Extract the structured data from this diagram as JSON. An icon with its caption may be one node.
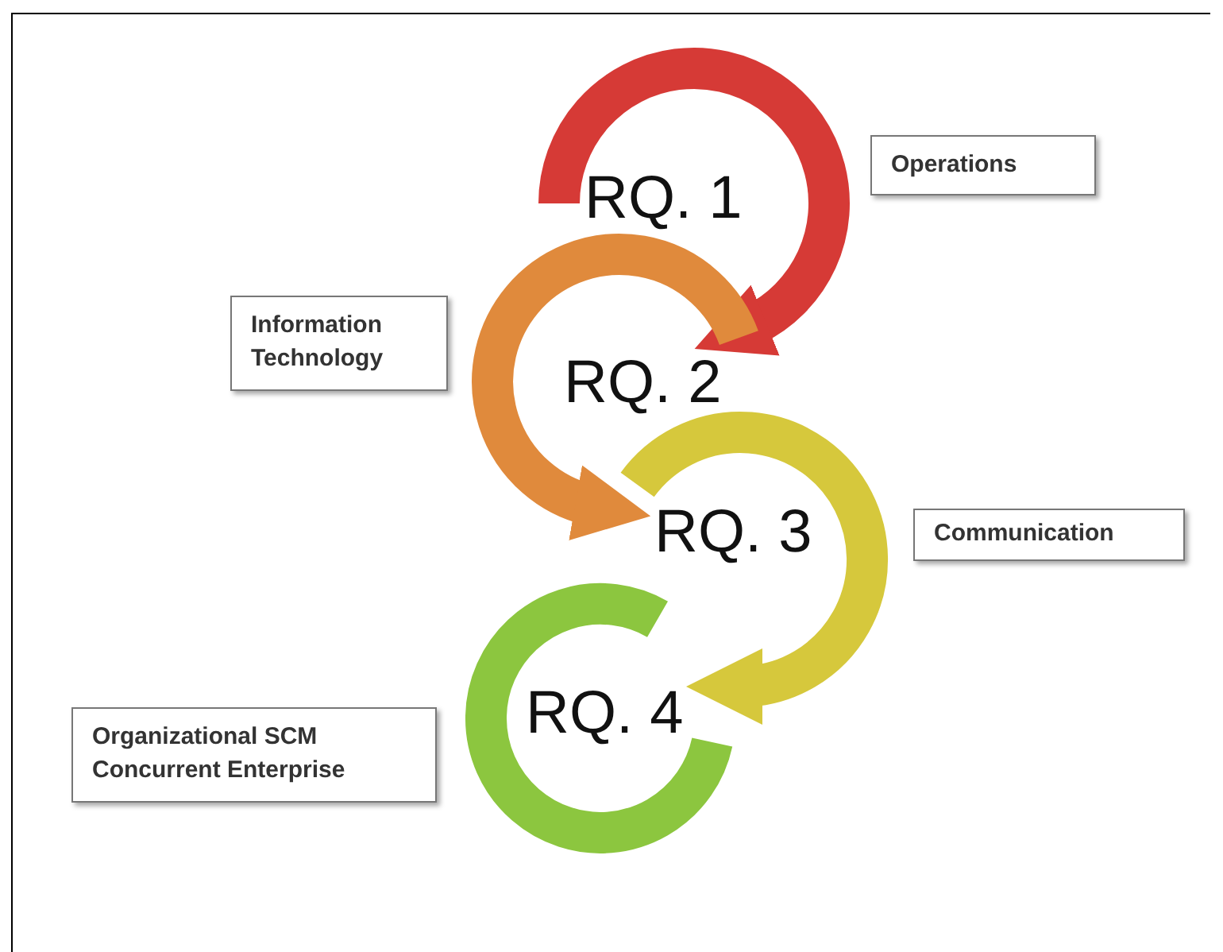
{
  "diagram": {
    "nodes": [
      {
        "text": [
          "RQ. 1"
        ]
      },
      {
        "text": [
          "RQ. 2"
        ]
      },
      {
        "text": [
          "RQ. 3"
        ]
      },
      {
        "text": [
          "RQ. 4"
        ]
      },
      {
        "text": [
          "Operations"
        ]
      },
      {
        "text": [
          "Information Technology"
        ]
      },
      {
        "text": [
          "Communication"
        ]
      },
      {
        "text": [
          "Organizational SCM Concurrent Enterprise"
        ]
      }
    ],
    "edges": [
      {
        "from": 0,
        "to": 1,
        "arrow": "to",
        "color": "#d63a36"
      },
      {
        "from": 1,
        "to": 2,
        "arrow": "to",
        "color": "#e08a3c"
      },
      {
        "from": 2,
        "to": 3,
        "arrow": "to",
        "color": "#d6c83c"
      }
    ]
  }
}
